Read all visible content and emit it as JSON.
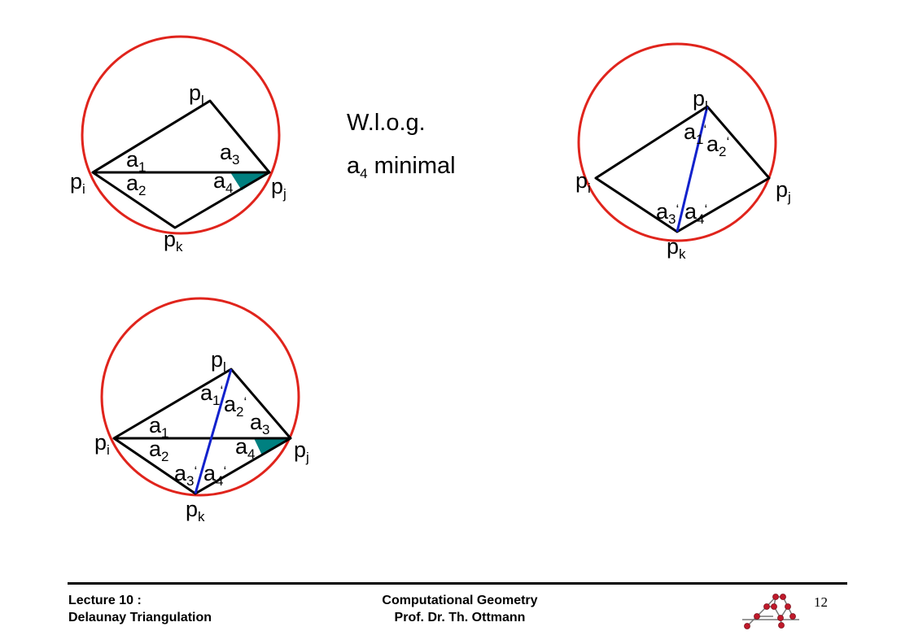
{
  "note": {
    "line1": "W.l.o.g.",
    "line2_symbol": "a",
    "line2_sub": "4",
    "line2_rest": " minimal"
  },
  "colors": {
    "circle": "#e0241c",
    "flip_edge": "#1222cc",
    "highlight": "#008080",
    "edges": "#000000"
  },
  "diagrams": [
    {
      "id": "original",
      "points": [
        {
          "base": "p",
          "sub": "l"
        },
        {
          "base": "p",
          "sub": "i"
        },
        {
          "base": "p",
          "sub": "j"
        },
        {
          "base": "p",
          "sub": "k"
        }
      ],
      "angles": [
        {
          "base": "a",
          "sub": "1"
        },
        {
          "base": "a",
          "sub": "2"
        },
        {
          "base": "a",
          "sub": "3"
        },
        {
          "base": "a",
          "sub": "4"
        }
      ]
    },
    {
      "id": "flipped",
      "points": [
        {
          "base": "p",
          "sub": "l"
        },
        {
          "base": "p",
          "sub": "i"
        },
        {
          "base": "p",
          "sub": "j"
        },
        {
          "base": "p",
          "sub": "k"
        }
      ],
      "angles": [
        {
          "base": "a",
          "sub": "1",
          "prime": "‘"
        },
        {
          "base": "a",
          "sub": "2",
          "prime": "‘"
        },
        {
          "base": "a",
          "sub": "3",
          "prime": "‘"
        },
        {
          "base": "a",
          "sub": "4",
          "prime": "‘"
        }
      ]
    },
    {
      "id": "combined",
      "points": [
        {
          "base": "p",
          "sub": "l"
        },
        {
          "base": "p",
          "sub": "i"
        },
        {
          "base": "p",
          "sub": "j"
        },
        {
          "base": "p",
          "sub": "k"
        }
      ],
      "angles": [
        {
          "base": "a",
          "sub": "1"
        },
        {
          "base": "a",
          "sub": "2"
        },
        {
          "base": "a",
          "sub": "3"
        },
        {
          "base": "a",
          "sub": "4"
        },
        {
          "base": "a",
          "sub": "1",
          "prime": "‘"
        },
        {
          "base": "a",
          "sub": "2",
          "prime": "‘"
        },
        {
          "base": "a",
          "sub": "3",
          "prime": "‘"
        },
        {
          "base": "a",
          "sub": "4",
          "prime": "‘"
        }
      ]
    }
  ],
  "footer": {
    "left_line1": "Lecture 10 :",
    "left_line2": "Delaunay Triangulation",
    "center_line1": "Computational Geometry",
    "center_line2": "Prof. Dr. Th. Ottmann",
    "page_number": "12"
  }
}
